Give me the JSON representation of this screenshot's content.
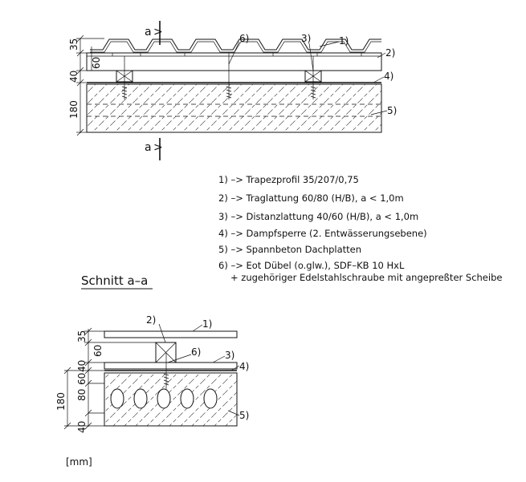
{
  "section_marker": "a",
  "top_section": {
    "dims": [
      "35",
      "60",
      "40",
      "180"
    ],
    "callouts": [
      "1)",
      "2)",
      "3)",
      "4)",
      "5)",
      "6)"
    ]
  },
  "legend": [
    "1) –> Trapezprofil 35/207/0,75",
    "2) –> Traglattung 60/80 (H/B), a < 1,0m",
    "3) –> Distanzlattung 40/60 (H/B), a < 1,0m",
    "4) –> Dampfsperre (2. Entwässerungsebene)",
    "5) –> Spannbeton Dachplatten",
    "6) –> Eot Dübel (o.glw.), SDF–KB 10 HxL",
    "+ zugehöriger Edelstahlschraube mit angepreßter Scheibe"
  ],
  "section_title": "Schnitt a–a",
  "bottom_section": {
    "dims": [
      "35",
      "60",
      "40",
      "180",
      "60",
      "80",
      "40"
    ],
    "callouts": [
      "1)",
      "2)",
      "3)",
      "4)",
      "5)",
      "6)"
    ]
  },
  "unit": "[mm]"
}
